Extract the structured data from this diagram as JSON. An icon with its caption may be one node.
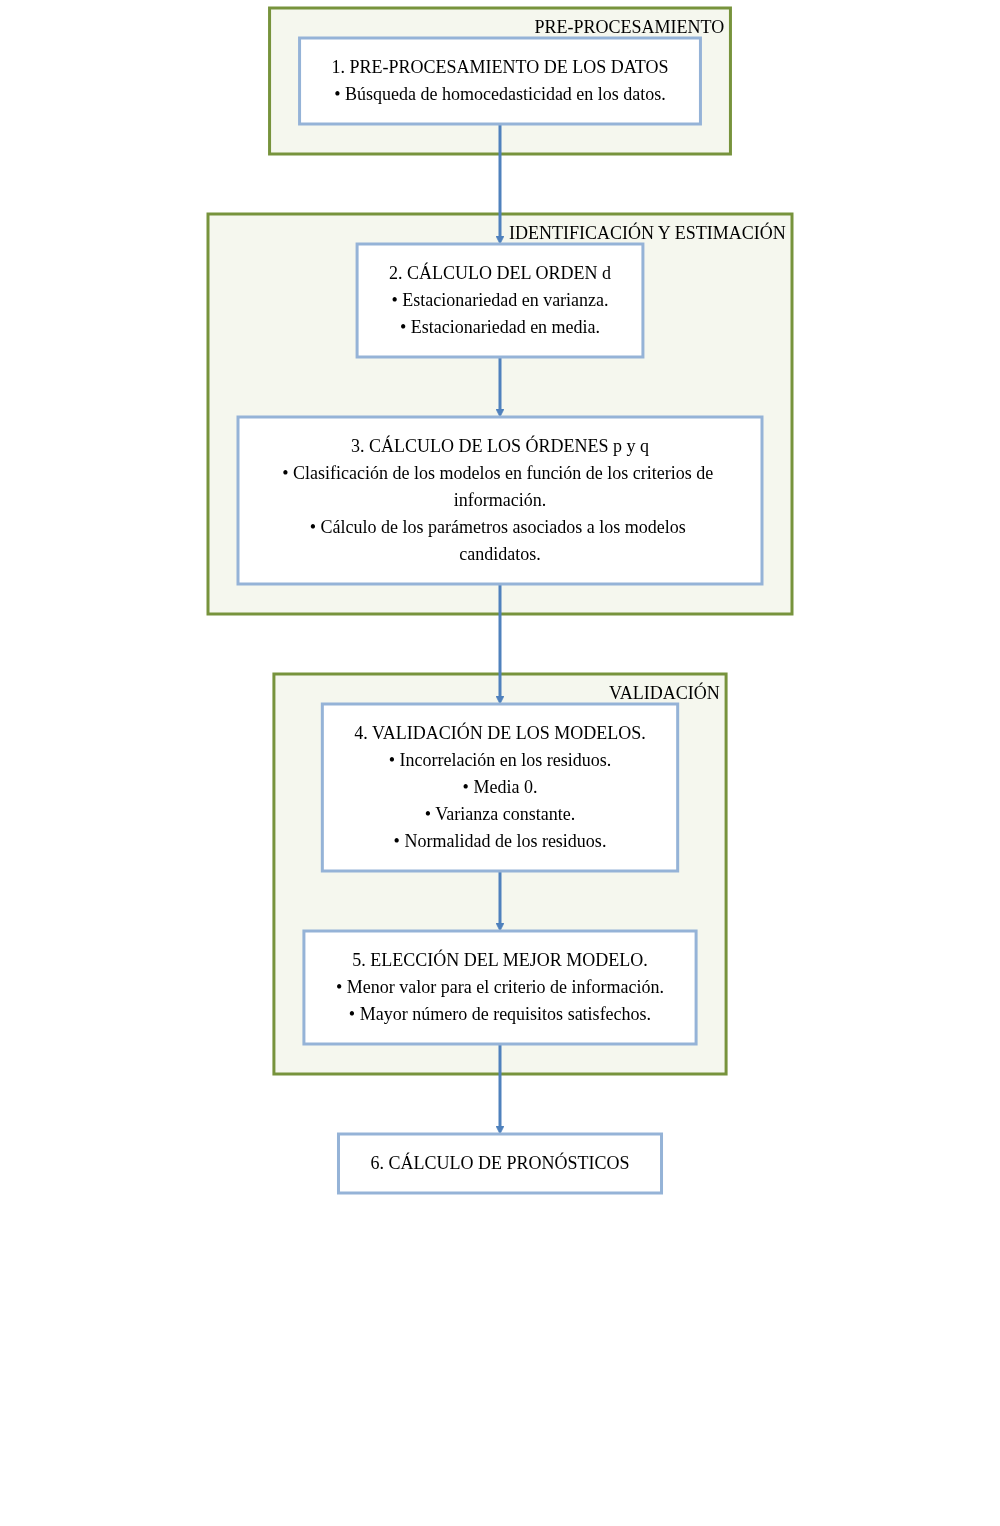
{
  "diagram": {
    "nodes": [
      {
        "text": [
          "PRE-PROCESAMIENTO"
        ]
      },
      {
        "text": [
          "1. PRE-PROCESAMIENTO DE LOS DATOS",
          "• Búsqueda de homocedasticidad en los datos."
        ],
        "in": 0
      },
      {
        "text": [
          "IDENTIFICACIÓN Y ESTIMACIÓN"
        ]
      },
      {
        "text": [
          "2. CÁLCULO DEL ORDEN d",
          "• Estacionariedad en varianza.",
          "• Estacionariedad en media."
        ],
        "in": 2
      },
      {
        "text": [
          "3. CÁLCULO DE LOS ÓRDENES p y q",
          "• Clasificación de los modelos en función de los criterios de información.",
          "• Cálculo de los parámetros asociados a los modelos candidatos."
        ],
        "in": 2
      },
      {
        "text": [
          "VALIDACIÓN"
        ]
      },
      {
        "text": [
          "4. VALIDACIÓN DE LOS MODELOS.",
          "• Incorrelación en los residuos.",
          "• Media 0.",
          "• Varianza constante.",
          "• Normalidad de los residuos."
        ],
        "in": 5
      },
      {
        "text": [
          "5. ELECCIÓN DEL MEJOR MODELO.",
          "• Menor valor para el criterio de información.",
          "• Mayor número de requisitos satisfechos."
        ],
        "in": 5
      },
      {
        "text": [
          "6. CÁLCULO DE PRONÓSTICOS"
        ]
      }
    ],
    "edges": [
      {
        "from": 1,
        "to": 3,
        "arrow": "to"
      },
      {
        "from": 3,
        "to": 4,
        "arrow": "to"
      },
      {
        "from": 4,
        "to": 6,
        "arrow": "to"
      },
      {
        "from": 6,
        "to": 7,
        "arrow": "to"
      },
      {
        "from": 7,
        "to": 8,
        "arrow": "to"
      }
    ]
  }
}
